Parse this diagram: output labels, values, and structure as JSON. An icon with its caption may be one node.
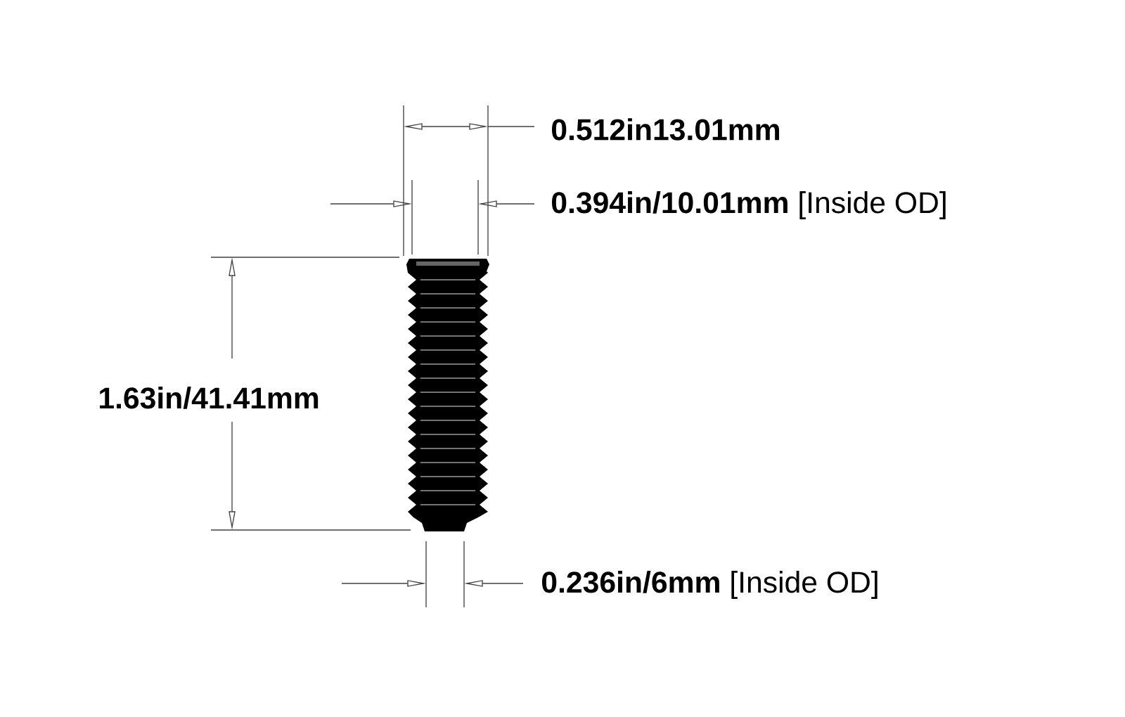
{
  "diagram": {
    "labels": [
      "0.512in13.01mm",
      "**0.394in/10.01mm** [Inside OD]",
      "1.63in/41.41mm",
      "**0.236in/6mm** [Inside OD]"
    ]
  }
}
